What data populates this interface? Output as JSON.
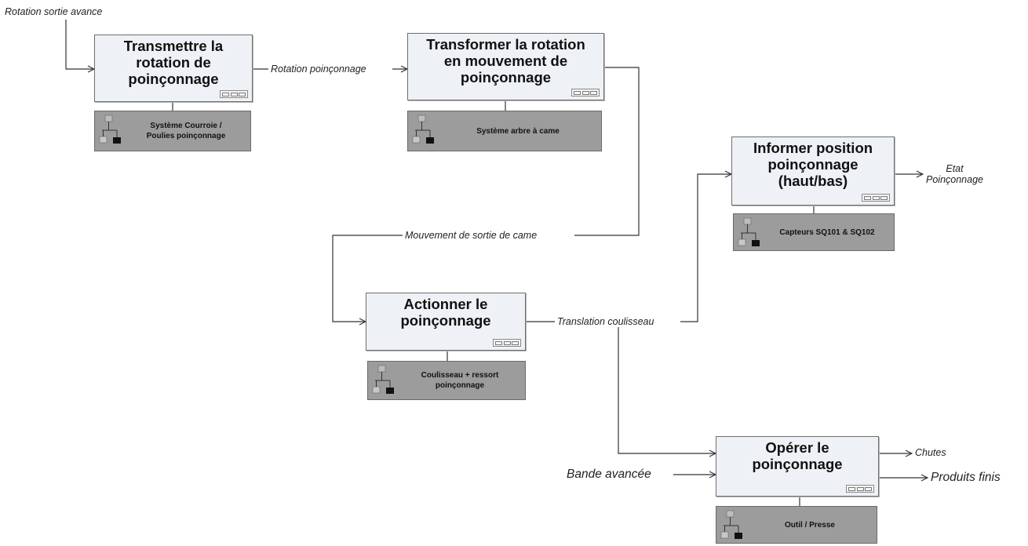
{
  "functions": [
    {
      "id": "f1",
      "title": "Transmettre la\nrotation de\npoinçonnage",
      "component": "Système Courroie /\nPoulies poinçonnage"
    },
    {
      "id": "f2",
      "title": "Transformer la rotation\nen mouvement de\npoinçonnage",
      "component": "Système arbre à came"
    },
    {
      "id": "f3",
      "title": "Informer position\npoinçonnage\n(haut/bas)",
      "component": "Capteurs SQ101 & SQ102"
    },
    {
      "id": "f4",
      "title": "Actionner le\npoinçonnage",
      "component": "Coulisseau + ressort\npoinçonnage"
    },
    {
      "id": "f5",
      "title": "Opérer le\npoinçonnage",
      "component": "Outil / Presse"
    }
  ],
  "flows": {
    "rotation_sortie_avance": "Rotation sortie avance",
    "rotation_poinconnage": "Rotation poinçonnage",
    "mouvement_sortie_came": "Mouvement de sortie de came",
    "translation_coulisseau": "Translation coulisseau",
    "etat_poinconnage": "Etat\nPoinçonnage",
    "bande_avancee": "Bande avancée",
    "chutes": "Chutes",
    "produits_finis": "Produits finis"
  },
  "colors": {
    "function_fill": "#eef1f5",
    "component_fill": "#9c9c9c",
    "line": "#333333"
  }
}
